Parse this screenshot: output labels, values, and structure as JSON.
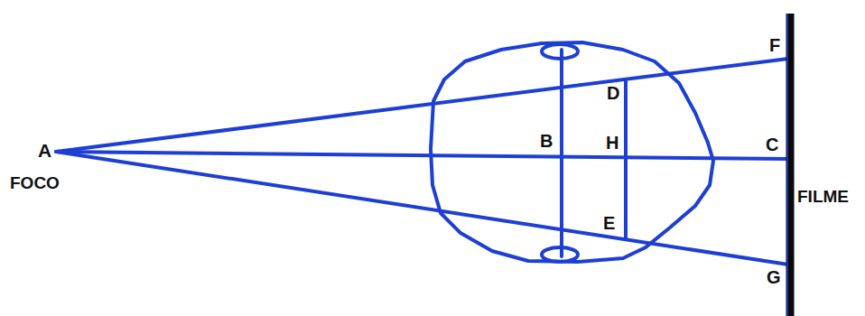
{
  "diagram": {
    "labels": [
      "A",
      "FOCO",
      "B",
      "H",
      "C",
      "D",
      "E",
      "F",
      "G",
      "FILME"
    ]
  }
}
